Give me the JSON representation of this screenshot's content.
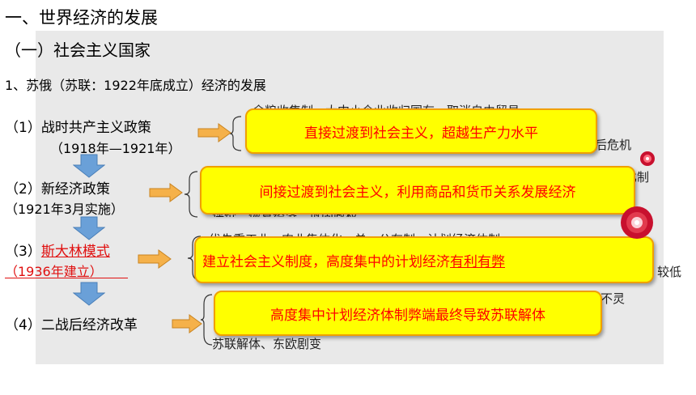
{
  "title": "一、世界经济的发展",
  "subtitle": "（一）社会主义国家",
  "section": "1、苏俄（苏联：1922年底成立）经济的发展",
  "items": [
    {
      "label": "（1）战时共产主义政策",
      "date": "（1918年—1921年）"
    },
    {
      "label": "（2）新经济政策",
      "date": "（1921年3月实施）"
    },
    {
      "prefix": "（3）",
      "label": "斯大林模式",
      "date": "（1936年建立）"
    },
    {
      "label": "（4）二战后经济改革"
    }
  ],
  "background_text": {
    "row1_top": "余粮收集制、大中小企业收归国有、取消自由贸易",
    "row1_right": "后危机",
    "row2_right": "比制",
    "row2_bottom": "评价：恢复经济，巩固政权",
    "row3_top": "优先重工业、农业集体化、单一公有制、计划经济体制",
    "row3_right": "较低",
    "row4_right": "不灵",
    "row4_bottom": "苏联解体、东欧剧变"
  },
  "callouts": [
    {
      "text": "直接过渡到社会主义，超越生产力水平"
    },
    {
      "text": "间接过渡到社会主义，利用商品和货币关系发展经济"
    },
    {
      "text": "建立社会主义制度，高度集中的计划经济",
      "emph": "有利有弊"
    },
    {
      "text": "高度集中计划经济体制弊端最终导致苏联解体"
    }
  ],
  "colors": {
    "callout_bg": "#ffff00",
    "callout_text": "#ff0000",
    "arrow_fill": "#f5b14a",
    "down_arrow": "#6aa0d8",
    "panel": "#e9e9e9"
  }
}
